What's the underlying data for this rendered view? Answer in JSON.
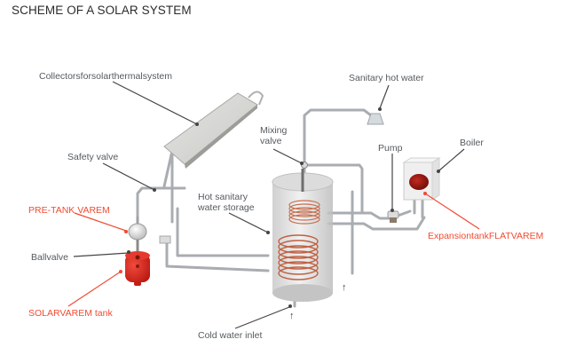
{
  "title": "SCHEME OF A SOLAR SYSTEM",
  "colors": {
    "label_gray": "#555a5f",
    "label_red": "#f04b32",
    "tank_red": "#d8221c",
    "coil_copper": "#c87050",
    "pipe_gray": "#b8bcc0"
  },
  "labels": {
    "collectors": "Collectorsforsolarthermalsystem",
    "sanitary_hot_water": "Sanitary hot water",
    "mixing_valve_line1": "Mixing",
    "mixing_valve_line2": "valve",
    "safety_valve": "Safety valve",
    "pump": "Pump",
    "boiler": "Boiler",
    "hot_storage_line1": "Hot sanitary",
    "hot_storage_line2": "water storage",
    "pre_tank": "PRE-TANK VAREM",
    "ball_valve": "Ballvalve",
    "expansion_tank": "ExpansiontankFLATVAREM",
    "solarvarem_tank": "SOLARVAREM tank",
    "cold_water_inlet": "Cold water inlet"
  },
  "arrows": {
    "up_arrow": "↑"
  }
}
